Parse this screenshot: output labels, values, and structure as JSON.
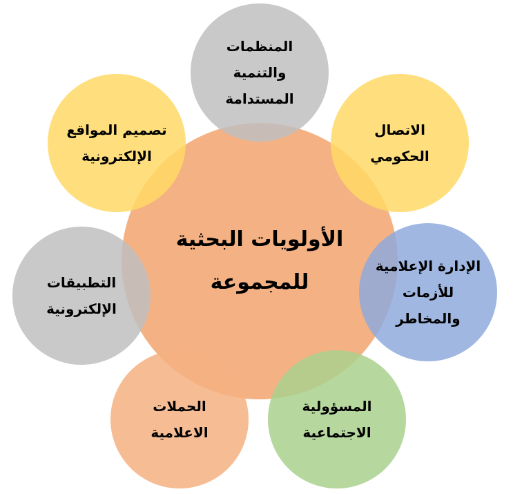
{
  "center": {
    "line1": "الأولويات البحثية",
    "line2": "للمجموعة",
    "color": "#F4B183"
  },
  "nodes": [
    {
      "id": "top",
      "lines": [
        "المنظمات",
        "والتنمية",
        "المستدامة"
      ],
      "color": "#BFBFBF"
    },
    {
      "id": "top-right",
      "lines": [
        "الاتصال",
        "الحكومي"
      ],
      "color": "#FFD966"
    },
    {
      "id": "right",
      "lines": [
        "الإدارة الإعلامية",
        "للأزمات",
        "والمخاطر"
      ],
      "color": "#8FAADC"
    },
    {
      "id": "bottom-right",
      "lines": [
        "المسؤولية",
        "الاجتماعية"
      ],
      "color": "#A9D18E"
    },
    {
      "id": "bottom-left",
      "lines": [
        "الحملات",
        "الاعلامية"
      ],
      "color": "#F4B183"
    },
    {
      "id": "left",
      "lines": [
        "التطبيقات",
        "الإلكترونية"
      ],
      "color": "#BFBFBF"
    },
    {
      "id": "top-left",
      "lines": [
        "تصميم المواقع",
        "الإلكترونية"
      ],
      "color": "#FFD966"
    }
  ]
}
